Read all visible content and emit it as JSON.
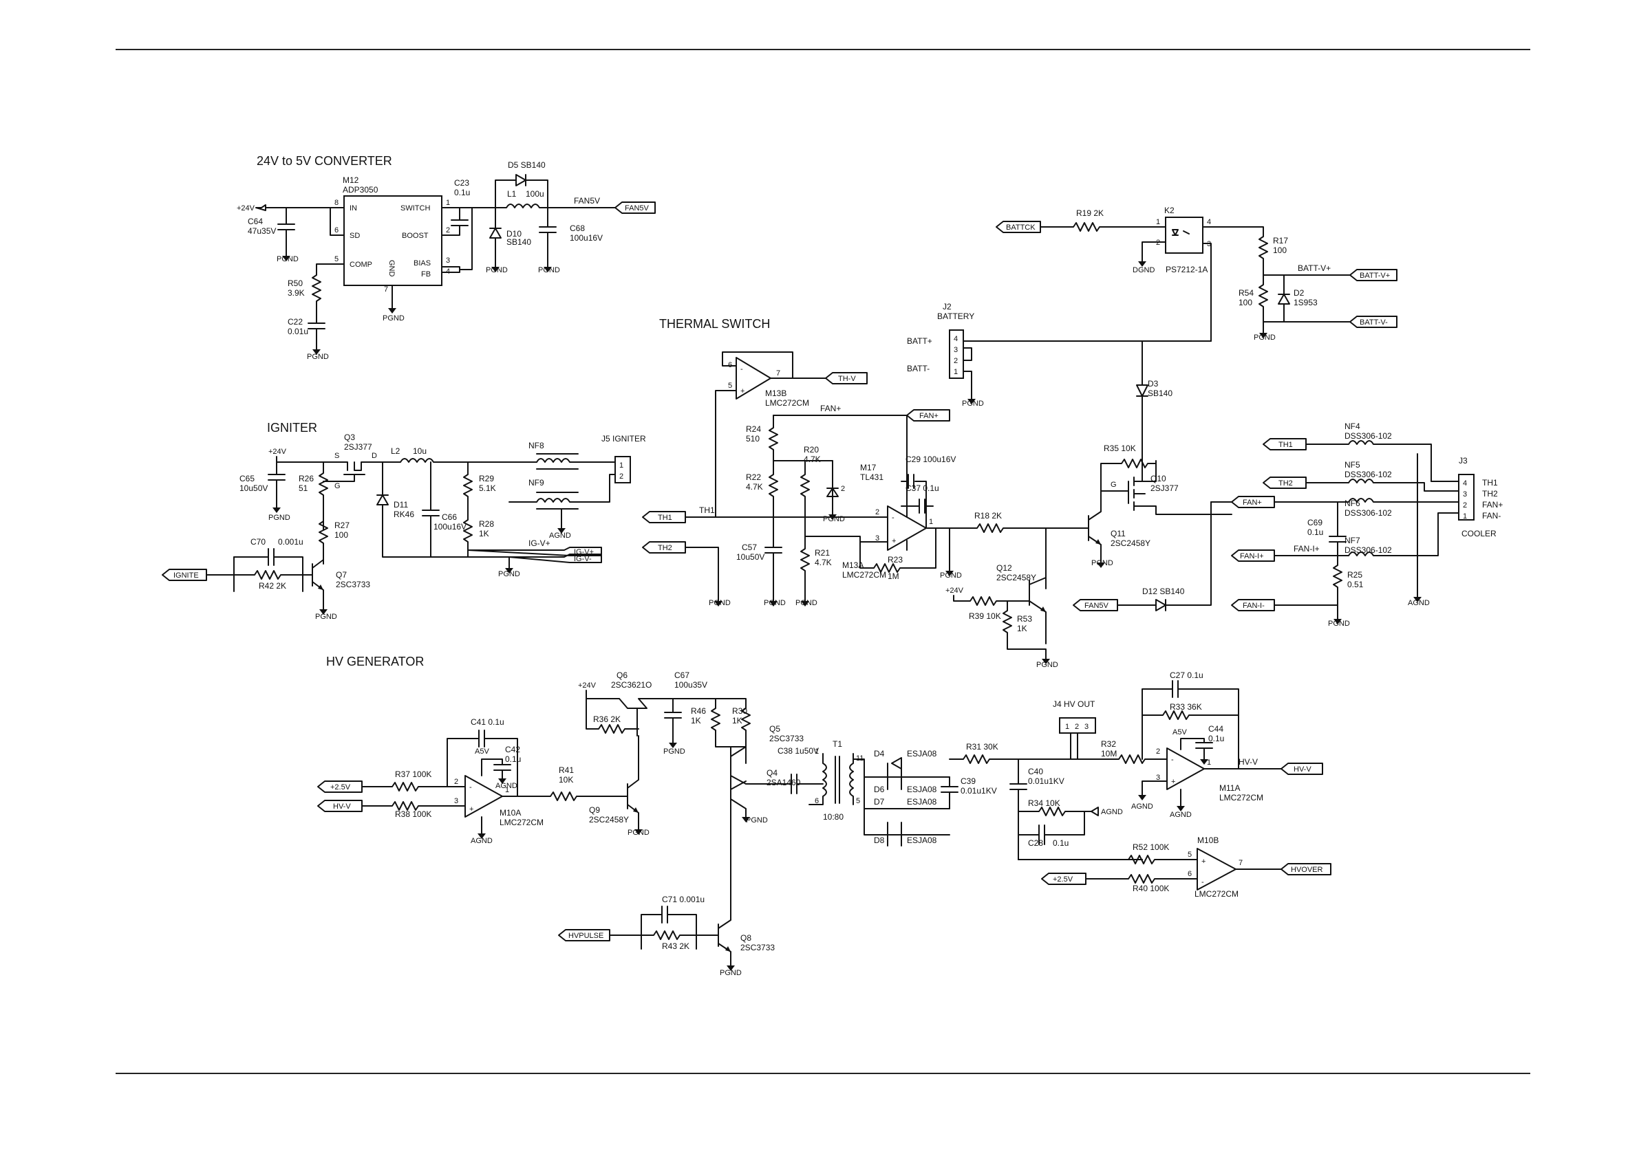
{
  "sections": {
    "converter": "24V to 5V CONVERTER",
    "thermal": "THERMAL SWITCH",
    "igniter": "IGNITER",
    "hv": "HV GENERATOR"
  },
  "nets": {
    "p24v": "+24V",
    "fan5v": "FAN5V",
    "pgnd": "PGND",
    "agnd": "AGND",
    "dgnd": "DGND",
    "a5v": "A5V",
    "fanp": "FAN+",
    "fanm": "FAN-",
    "fanip": "FAN-I+",
    "fanim": "FAN-I-",
    "igvp": "IG-V+",
    "igvm": "IG-V-",
    "th1": "TH1",
    "th2": "TH2",
    "thv": "TH-V",
    "hvv": "HV-V",
    "p25v": "+2.5V",
    "battp": "BATT+",
    "battm": "BATT-",
    "battvp": "BATT-V+",
    "battvm": "BATT-V-",
    "battck": "BATTCK",
    "ignite": "IGNITE",
    "hvpulse": "HVPULSE",
    "hvover": "HVOVER"
  },
  "pins": {
    "p1": "1",
    "p2": "2",
    "p3": "3",
    "p4": "4",
    "p5": "5",
    "p6": "6",
    "p7": "7",
    "p8": "8",
    "p11": "11",
    "plus": "+",
    "minus": "-",
    "s": "S",
    "d": "D",
    "g": "G"
  },
  "converter": {
    "m12_ref": "M12",
    "m12_val": "ADP3050",
    "pin_in": "IN",
    "pin_sd": "SD",
    "pin_comp": "COMP",
    "pin_switch": "SWITCH",
    "pin_boost": "BOOST",
    "pin_bias": "BIAS",
    "pin_fb": "FB",
    "pin_gnd": "GND",
    "c64_ref": "C64",
    "c64_val": "47u35V",
    "r50_ref": "R50",
    "r50_val": "3.9K",
    "c22_ref": "C22",
    "c22_val": "0.01u",
    "c23_ref": "C23",
    "c23_val": "0.1u",
    "d5": "D5  SB140",
    "l1": "L1",
    "l1_val": "100u",
    "d10_ref": "D10",
    "d10_val": "SB140",
    "c68_ref": "C68",
    "c68_val": "100u16V"
  },
  "igniter": {
    "q3_ref": "Q3",
    "q3_val": "2SJ377",
    "c65_ref": "C65",
    "c65_val": "10u50V",
    "r26_ref": "R26",
    "r26_val": "51",
    "r27_ref": "R27",
    "r27_val": "100",
    "l2": "L2",
    "l2_val": "10u",
    "d11_ref": "D11",
    "d11_val": "RK46",
    "c66_ref": "C66",
    "c66_val": "100u16V",
    "r29_ref": "R29",
    "r29_val": "5.1K",
    "r28_ref": "R28",
    "r28_val": "1K",
    "nf8": "NF8",
    "nf9": "NF9",
    "j5": "J5   IGNITER",
    "c70": "C70",
    "c70_val": "0.001u",
    "r42": "R42 2K",
    "q7_ref": "Q7",
    "q7_val": "2SC3733"
  },
  "thermal": {
    "m13b_ref": "M13B",
    "m13b_val": "LMC272CM",
    "r24_ref": "R24",
    "r24_val": "510",
    "r22_ref": "R22",
    "r22_val": "4.7K",
    "r20_ref": "R20",
    "r20_val": "4.7K",
    "m17_ref": "M17",
    "m17_val": "TL431",
    "c29": "C29 100u16V",
    "c37": "C37 0.1u",
    "c57_ref": "C57",
    "c57_val": "10u50V",
    "r21_ref": "R21",
    "r21_val": "4.7K",
    "m13a_ref": "M13A",
    "m13a_val": "LMC272CM",
    "r23_ref": "R23",
    "r23_val": "1M",
    "r18": "R18 2K",
    "r39": "R39  10K",
    "r53_ref": "R53",
    "r53_val": "1K",
    "q12_ref": "Q12",
    "q12_val": "2SC2458Y",
    "q11_ref": "Q11",
    "q11_val": "2SC2458Y",
    "r35": "R35  10K",
    "q10_ref": "Q10",
    "q10_val": "2SJ377",
    "d12": "D12  SB140"
  },
  "battery": {
    "r19": "R19  2K",
    "k2": "K2",
    "k2_val": "PS7212-1A",
    "r17_ref": "R17",
    "r17_val": "100",
    "r54_ref": "R54",
    "r54_val": "100",
    "d2_ref": "D2",
    "d2_val": "1S953",
    "j2_ref": "J2",
    "j2_val": "BATTERY",
    "d3_ref": "D3",
    "d3_val": "SB140"
  },
  "cooler": {
    "nf4": "NF4",
    "nf4_val": "DSS306-102",
    "nf5": "NF5",
    "nf5_val": "DSS306-102",
    "nf6": "NF6",
    "nf6_val": "DSS306-102",
    "nf7": "NF7",
    "nf7_val": "DSS306-102",
    "c69_ref": "C69",
    "c69_val": "0.1u",
    "r25_ref": "R25",
    "r25_val": "0.51",
    "j3": "J3",
    "cooler": "COOLER"
  },
  "hv": {
    "c41": "C41  0.1u",
    "c42_ref": "C42",
    "c42_val": "0.1u",
    "r37": "R37  100K",
    "r38": "R38  100K",
    "m10a_ref": "M10A",
    "m10a_val": "LMC272CM",
    "r41_ref": "R41",
    "r41_val": "10K",
    "q9_ref": "Q9",
    "q9_val": "2SC2458Y",
    "q6_ref": "Q6",
    "q6_val": "2SC3621O",
    "r36": "R36  2K",
    "c67_ref": "C67",
    "c67_val": "100u35V",
    "r46_ref": "R46",
    "r46_val": "1K",
    "r30_ref": "R30",
    "r30_val": "1K",
    "q5_ref": "Q5",
    "q5_val": "2SC3733",
    "c38": "C38  1u50V",
    "q4_ref": "Q4",
    "q4_val": "2SA1460",
    "t1": "T1",
    "t1_ratio": "10:80",
    "d4": "D4",
    "d6": "D6",
    "d7": "D7",
    "d8": "D8",
    "esja": "ESJA08",
    "c39_ref": "C39",
    "c39_val": "0.01u1KV",
    "r31": "R31  30K",
    "c40_ref": "C40",
    "c40_val": "0.01u1KV",
    "r34": "R34   10K",
    "c28": "C28",
    "c28_val": "0.1u",
    "j4": "J4    HV OUT",
    "r32_ref": "R32",
    "r32_val": "10M",
    "c27": "C27  0.1u",
    "r33": "R33  36K",
    "c44_ref": "C44",
    "c44_val": "0.1u",
    "m11a_ref": "M11A",
    "m11a_val": "LMC272CM",
    "r52": "R52  100K",
    "r40": "R40  100K",
    "m10b_ref": "M10B",
    "m10b_val": "LMC272CM",
    "c71": "C71  0.001u",
    "r43": "R43  2K",
    "q8_ref": "Q8",
    "q8_val": "2SC3733"
  }
}
